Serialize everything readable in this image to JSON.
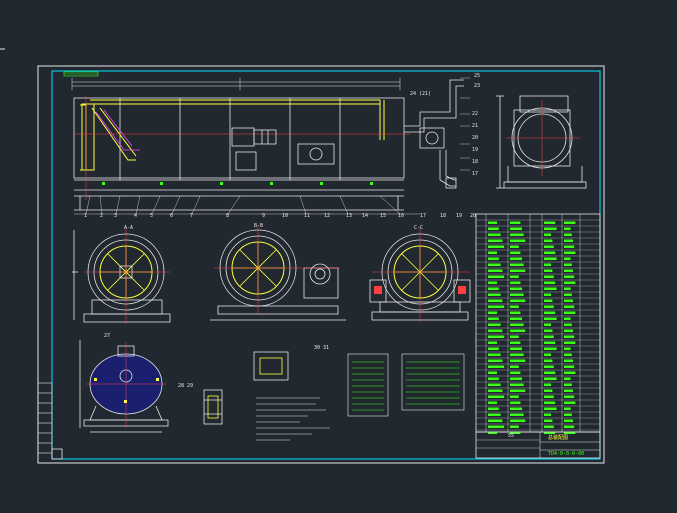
{
  "drawing": {
    "title_block": {
      "row1": "55",
      "row2": "总装配图",
      "row3": "TD4-0-0-0-00"
    },
    "main_view_balloons_top": [
      "25",
      "24 (21)",
      "23"
    ],
    "main_view_balloons_bottom": [
      "1",
      "2",
      "3",
      "4",
      "5",
      "6",
      "7",
      "8",
      "9",
      "10",
      "11",
      "12",
      "13",
      "14",
      "15",
      "16",
      "17",
      "18",
      "19",
      "20"
    ],
    "side_view_balloons": [
      "22",
      "21",
      "20",
      "19",
      "18",
      "17"
    ],
    "section_labels": [
      "A-A",
      "B-B",
      "C-C"
    ],
    "detail_labels": [
      "27",
      "28 29",
      "30 31"
    ],
    "colors": {
      "background": "#212830",
      "frame": "#00e5ff",
      "white_lines": "#e8e8e8",
      "yellow": "#ffff3a",
      "red": "#ff4040",
      "green": "#39ff14",
      "magenta": "#ff44ff"
    }
  }
}
